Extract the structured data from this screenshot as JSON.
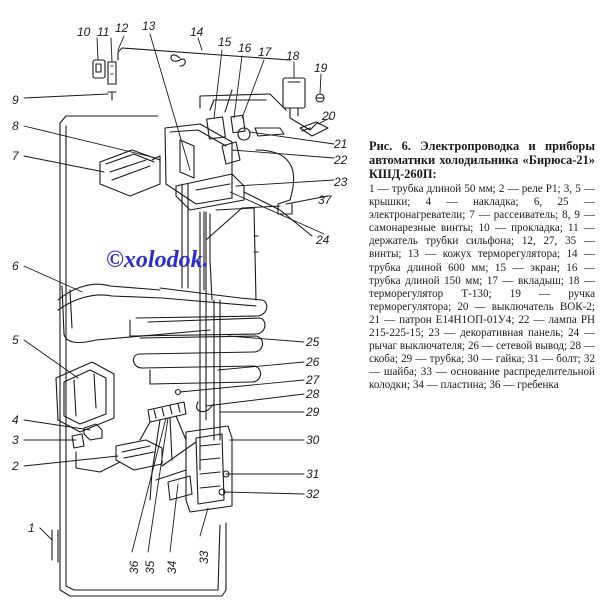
{
  "caption": {
    "title": "Рис. 6.   Электропроводка и приборы автоматики холодильника «Бирюса-21» КШД-260П:",
    "body": "1 — трубка длиной 50 мм; 2 — реле Р1; 3, 5 — крышки; 4 — накладка; 6, 25 — электронагреватели; 7 — рассеиватель; 8, 9 — самонарезные винты; 10 — прокладка; 11 — держатель трубки сильфона; 12, 27, 35 — винты; 13 — кожух терморегулятора; 14 — трубка длиной 600 мм; 15 — экран; 16 — трубка длиной 150 мм; 17 — вкладыш; 18 — терморегулятор Т-130; 19 — ручка терморегулятора; 20 — выключатель ВОК-2; 21 — патрон Е14Н1ОП-01У4; 22 — лампа РН 215-225-15; 23 — декоративная панель; 24 — рычаг выключателя; 26 — сетевой вывод; 28 — скоба; 29 — трубка; 30 — гайка; 31 — болт; 32 — шайба; 33 — основание распределительной колодки; 34 — пластина; 36 — гребенка"
  },
  "watermark": "©xolodok.",
  "callouts": {
    "n1": "1",
    "n2": "2",
    "n3": "3",
    "n4": "4",
    "n5": "5",
    "n6": "6",
    "n7": "7",
    "n8": "8",
    "n9": "9",
    "n10": "10",
    "n11": "11",
    "n12": "12",
    "n13": "13",
    "n14": "14",
    "n15": "15",
    "n16": "16",
    "n17": "17",
    "n18": "18",
    "n19": "19",
    "n20": "20",
    "n21": "21",
    "n22": "22",
    "n23": "23",
    "n24": "24",
    "n25": "25",
    "n26": "26",
    "n27": "27",
    "n28": "28",
    "n29": "29",
    "n30": "30",
    "n31": "31",
    "n32": "32",
    "n33": "33",
    "n34": "34",
    "n35": "35",
    "n36": "36",
    "n37": "37"
  },
  "colors": {
    "ink": "#1a1a1a",
    "watermark": "#2b2bd8"
  }
}
